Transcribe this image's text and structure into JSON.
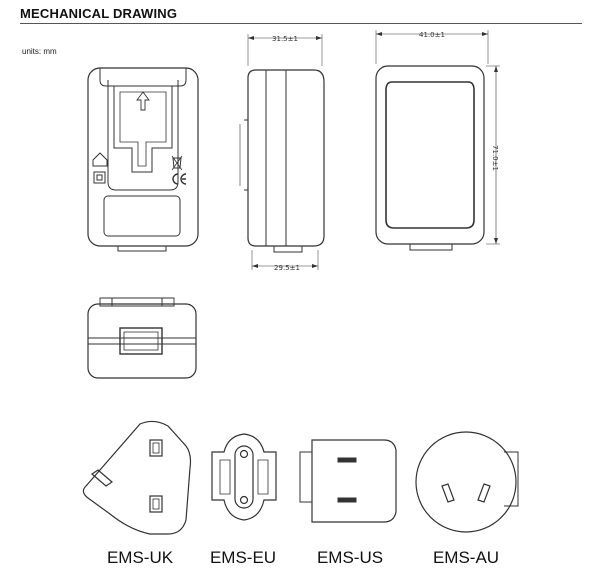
{
  "header": {
    "title": "MECHANICAL DRAWING",
    "units": "units:  mm"
  },
  "dimensions": {
    "side_top_width": "31.5±1",
    "side_bottom_width": "29.5±1",
    "back_width": "41.0±1",
    "back_height": "71.0±1"
  },
  "plugs": [
    {
      "label": "EMS-UK"
    },
    {
      "label": "EMS-EU"
    },
    {
      "label": "EMS-US"
    },
    {
      "label": "EMS-AU"
    }
  ],
  "colors": {
    "line": "#333333",
    "background": "#ffffff"
  }
}
